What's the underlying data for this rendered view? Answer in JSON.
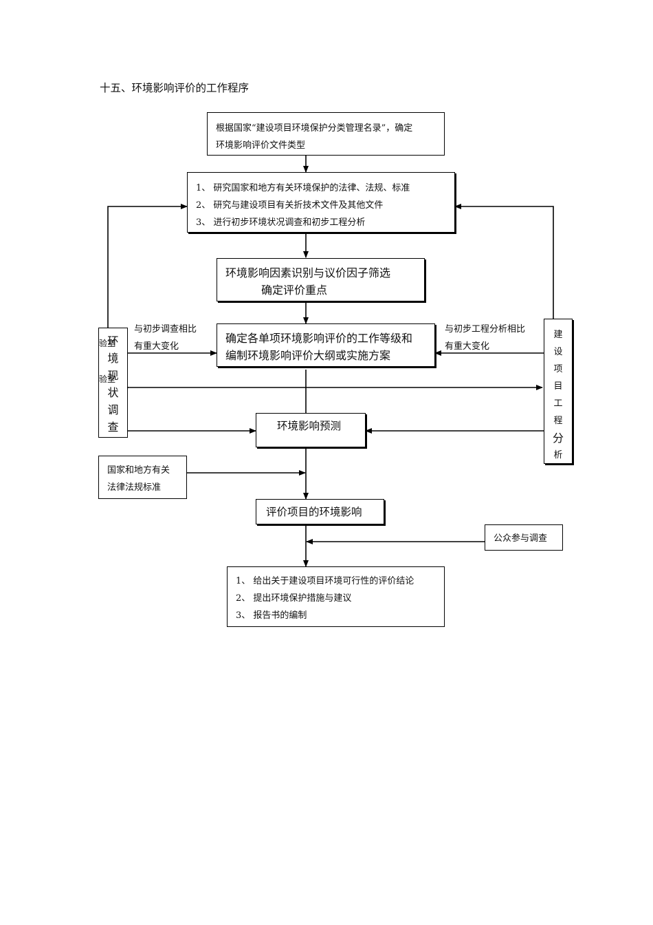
{
  "heading": "十五、环境影响评价的工作程序",
  "box_type": {
    "line1": "根据国家“建设项目环境保护分类管理名录”，确定",
    "line2": "环境影响评价文件类型"
  },
  "box_research": {
    "items": [
      "1、  研究国家和地方有关环境保护的法律、法规、标准",
      "2、  研究与建设项目有关折技术文件及其他文件",
      "3、  进行初步环境状况调查和初步工程分析"
    ]
  },
  "box_identify": {
    "line1": "环境影响因素识别与议价因子筛选",
    "line2": "确定评价重点"
  },
  "box_grade": {
    "line1": "确定各单项环境影响评价的工作等级和",
    "line2": "编制环境影响评价大纲或实施方案"
  },
  "note_left": {
    "line1": "与初步调查相比",
    "line2": "有重大变化"
  },
  "note_right": {
    "line1": "与初步工程分析相比",
    "line2": "有重大变化"
  },
  "box_env_survey": {
    "chars": [
      "环",
      "境",
      "现",
      "状",
      "调",
      "查"
    ],
    "overlay1": "验室",
    "overlay2": "验室"
  },
  "box_project_analysis": {
    "chars": [
      "建",
      "设",
      "项",
      "目",
      "工",
      "程",
      "分",
      "析"
    ]
  },
  "box_predict": {
    "label": "环境影响预测"
  },
  "box_laws": {
    "line1": "国家和地方有关",
    "line2": "法律法规标准"
  },
  "box_evaluate": {
    "label": "评价项目的环境影响"
  },
  "box_public": {
    "label": "公众参与调查"
  },
  "box_conclusion": {
    "items": [
      "1、  给出关于建设项目环境可行性的评价结论",
      "2、  提出环境保护措施与建议",
      "3、  报告书的编制"
    ]
  }
}
